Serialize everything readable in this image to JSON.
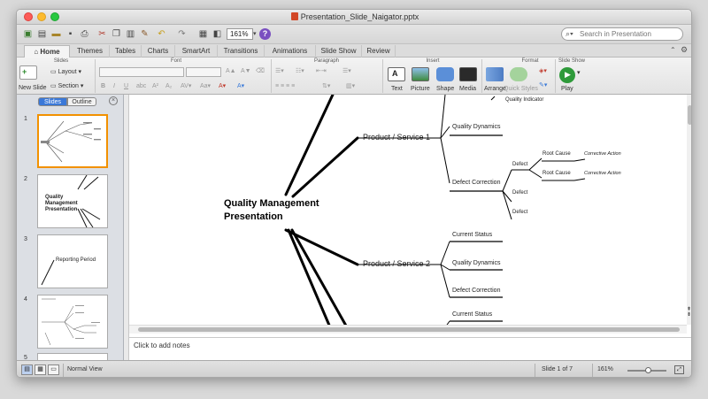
{
  "window": {
    "title": "Presentation_Slide_Naigator.pptx"
  },
  "quick_access": {
    "zoom_value": "161%"
  },
  "search": {
    "placeholder": "Search in Presentation"
  },
  "tabs": [
    "Home",
    "Themes",
    "Tables",
    "Charts",
    "SmartArt",
    "Transitions",
    "Animations",
    "Slide Show",
    "Review"
  ],
  "ribbon": {
    "groups": {
      "slides": "Slides",
      "font": "Font",
      "paragraph": "Paragraph",
      "insert": "Insert",
      "format": "Format",
      "slideshow": "Slide Show"
    },
    "new_slide": "New Slide",
    "layout": "Layout",
    "section": "Section",
    "text": "Text",
    "picture": "Picture",
    "shape": "Shape",
    "media": "Media",
    "arrange": "Arrange",
    "quick_styles": "Quick Styles",
    "play": "Play"
  },
  "panel": {
    "tab_slides": "Slides",
    "tab_outline": "Outline",
    "thumbs": [
      {
        "num": "1"
      },
      {
        "num": "2",
        "title": "Quality Management Presentation"
      },
      {
        "num": "3",
        "title": "Reporting Period"
      },
      {
        "num": "4"
      },
      {
        "num": "5"
      }
    ]
  },
  "slide": {
    "title_line1": "Quality Management",
    "title_line2": "Presentation",
    "quality_indicator": "Quality Indicator",
    "ps1": "Product / Service 1",
    "ps2": "Product / Service 2",
    "quality_dynamics": "Quality Dynamics",
    "defect_correction": "Defect Correction",
    "defect": "Defect",
    "root_cause": "Root Cause",
    "corrective_action": "Corrective Action",
    "current_status": "Current Status"
  },
  "notes": {
    "placeholder": "Click to add notes"
  },
  "status": {
    "view": "Normal View",
    "slide": "Slide 1 of 7",
    "zoom": "161%"
  }
}
